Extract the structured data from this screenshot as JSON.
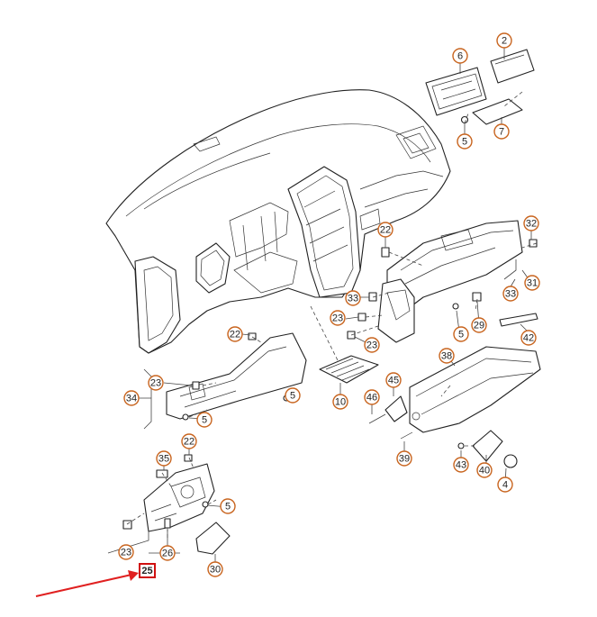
{
  "diagram": {
    "callouts": [
      "2",
      "6",
      "5",
      "7",
      "22",
      "32",
      "31",
      "33",
      "29",
      "5",
      "42",
      "33",
      "23",
      "23",
      "22",
      "5",
      "10",
      "38",
      "23",
      "34",
      "5",
      "45",
      "46",
      "39",
      "43",
      "40",
      "4",
      "35",
      "22",
      "5",
      "23",
      "26",
      "30"
    ],
    "highlighted_callout": "25",
    "colors": {
      "callout_ring": "#c8641e",
      "highlight": "#d01010",
      "arrow": "#e02020",
      "line_art": "#222222"
    }
  }
}
